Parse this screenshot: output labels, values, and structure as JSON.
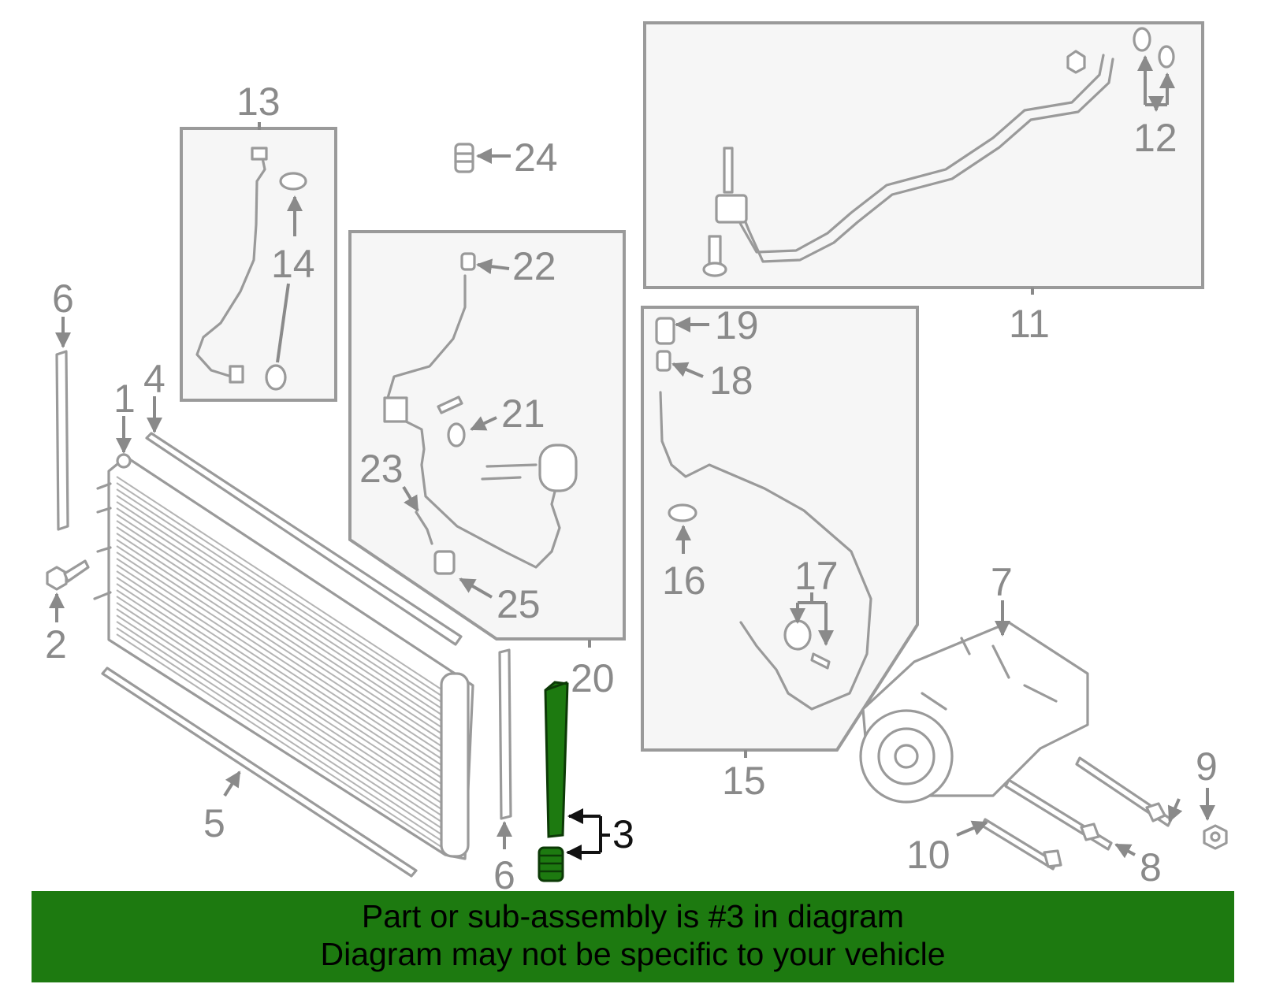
{
  "banner": {
    "line1": "Part or sub-assembly is #3 in diagram",
    "line2": "Diagram may not be specific to your vehicle",
    "background": "#1d7a10"
  },
  "colors": {
    "line_art": "#9a9a9a",
    "highlight_part": "#1d7a10",
    "highlight_label": "#111111",
    "group_box_fill": "#f6f6f6"
  },
  "callouts": {
    "c1": "1",
    "c2": "2",
    "c3": "3",
    "c4": "4",
    "c5": "5",
    "c6a": "6",
    "c6b": "6",
    "c7": "7",
    "c8": "8",
    "c9": "9",
    "c10": "10",
    "c11": "11",
    "c12": "12",
    "c13": "13",
    "c14": "14",
    "c15": "15",
    "c16": "16",
    "c17": "17",
    "c18": "18",
    "c19": "19",
    "c20": "20",
    "c21": "21",
    "c22": "22",
    "c23": "23",
    "c24": "24",
    "c25": "25"
  },
  "highlighted_callout": "3"
}
